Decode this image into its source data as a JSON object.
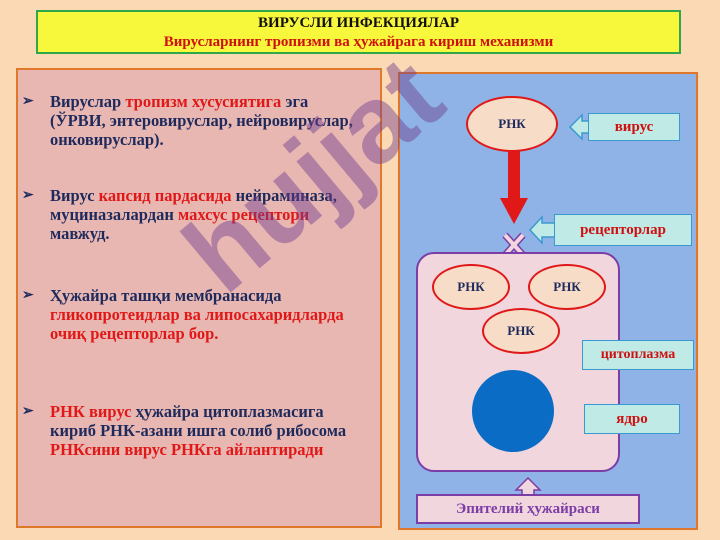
{
  "title": {
    "line1": "ВИРУСЛИ ИНФЕКЦИЯЛАР",
    "line2": "Вирусларнинг тропизми ва ҳужайрага кириш механизми"
  },
  "bullets": [
    {
      "parts": [
        {
          "text": "Вируслар ",
          "color": "dark"
        },
        {
          "text": "тропизм хусусиятига",
          "color": "red"
        },
        {
          "text": " эга (ЎРВИ, энтеровируслар, нейровируслар, онковируслар).",
          "color": "dark"
        }
      ]
    },
    {
      "parts": [
        {
          "text": "Вирус ",
          "color": "dark"
        },
        {
          "text": "капсид пардасида",
          "color": "red"
        },
        {
          "text": " нейраминаза, муциназалардан ",
          "color": "dark"
        },
        {
          "text": "махсус рецептори",
          "color": "red"
        },
        {
          "text": " мавжуд.",
          "color": "dark"
        }
      ]
    },
    {
      "parts": [
        {
          "text": "Ҳужайра ташқи мембранасида ",
          "color": "dark"
        },
        {
          "text": "гликопротеидлар ва липосахаридларда очиқ рецепторлар бор.",
          "color": "red"
        }
      ]
    },
    {
      "parts": [
        {
          "text": "РНК вирус",
          "color": "red"
        },
        {
          "text": " ҳужайра цитоплазмасига кириб РНК-азани ишга солиб рибосома ",
          "color": "dark"
        },
        {
          "text": "РНКсини вирус РНКга айлантиради",
          "color": "red"
        }
      ]
    }
  ],
  "diagram": {
    "virus_rna": "РНК",
    "cell_rna": [
      "РНК",
      "РНК",
      "РНК"
    ],
    "labels": {
      "virus": "вирус",
      "receptors": "рецепторлар",
      "cytoplasm": "цитоплазма",
      "nucleus": "ядро",
      "epithelial_cell": "Эпителий ҳужайраси"
    }
  },
  "watermark": "hujjat",
  "colors": {
    "background": "#fbd9b4",
    "title_bg": "#f7f73c",
    "left_panel_bg": "#e8b7b2",
    "right_panel_bg": "#8fb3e6",
    "red_text": "#e01818",
    "dark_text": "#1f2a5c",
    "cell_border": "#7b3da6",
    "nucleus": "#0a6cc5",
    "label_bg": "#bfeae6"
  },
  "icons": [
    "bullet-arrow-icon",
    "arrow-down-icon",
    "receptor-cross-icon",
    "callout-arrow-icon"
  ]
}
